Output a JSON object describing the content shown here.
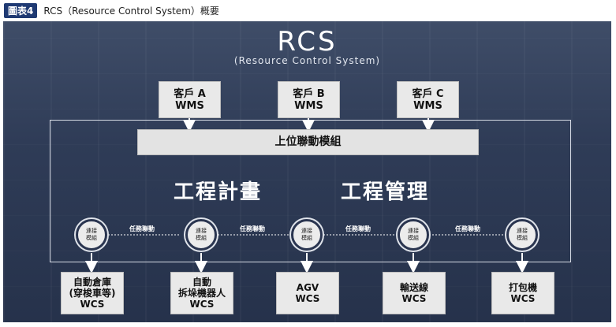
{
  "header": {
    "tag": "圖表4",
    "title": "RCS（Resource Control System）概要"
  },
  "diagram": {
    "title": "RCS",
    "subtitle": "(Resource Control System)",
    "wms": [
      {
        "line1": "客戶 A",
        "line2": "WMS"
      },
      {
        "line1": "客戶 B",
        "line2": "WMS"
      },
      {
        "line1": "客戶 C",
        "line2": "WMS"
      }
    ],
    "upper_module": "上位聯動模組",
    "section_left": "工程計畫",
    "section_right": "工程管理",
    "connect_nodes": [
      {
        "line1": "連接",
        "line2": "模組"
      },
      {
        "line1": "連接",
        "line2": "模組"
      },
      {
        "line1": "連接",
        "line2": "模組"
      },
      {
        "line1": "連接",
        "line2": "模組"
      },
      {
        "line1": "連接",
        "line2": "模組"
      }
    ],
    "task_link_label": "任務聯動",
    "wcs": [
      {
        "line1": "自動倉庫",
        "line2": "(穿梭車等)",
        "line3": "WCS"
      },
      {
        "line1": "自動",
        "line2": "拆垛機器人",
        "line3": "WCS"
      },
      {
        "line1": "AGV",
        "line2": "WCS",
        "line3": ""
      },
      {
        "line1": "輸送線",
        "line2": "WCS",
        "line3": ""
      },
      {
        "line1": "打包機",
        "line2": "WCS",
        "line3": ""
      }
    ]
  }
}
